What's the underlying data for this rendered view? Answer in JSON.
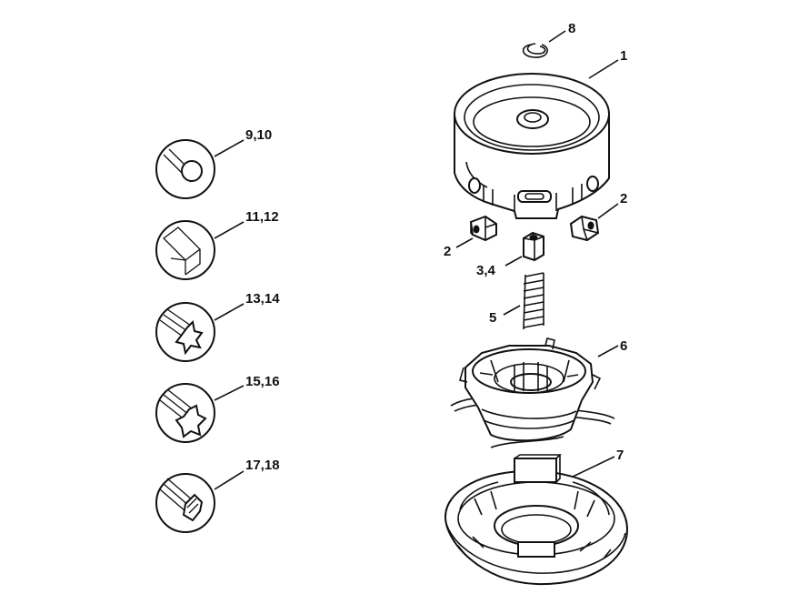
{
  "callouts": {
    "c8": "8",
    "c1": "1",
    "c2_right": "2",
    "c2_left": "2",
    "c34": "3,4",
    "c5": "5",
    "c6": "6",
    "c7": "7",
    "c910": "9,10",
    "c1112": "11,12",
    "c1314": "13,14",
    "c1516": "15,16",
    "c1718": "17,18"
  }
}
